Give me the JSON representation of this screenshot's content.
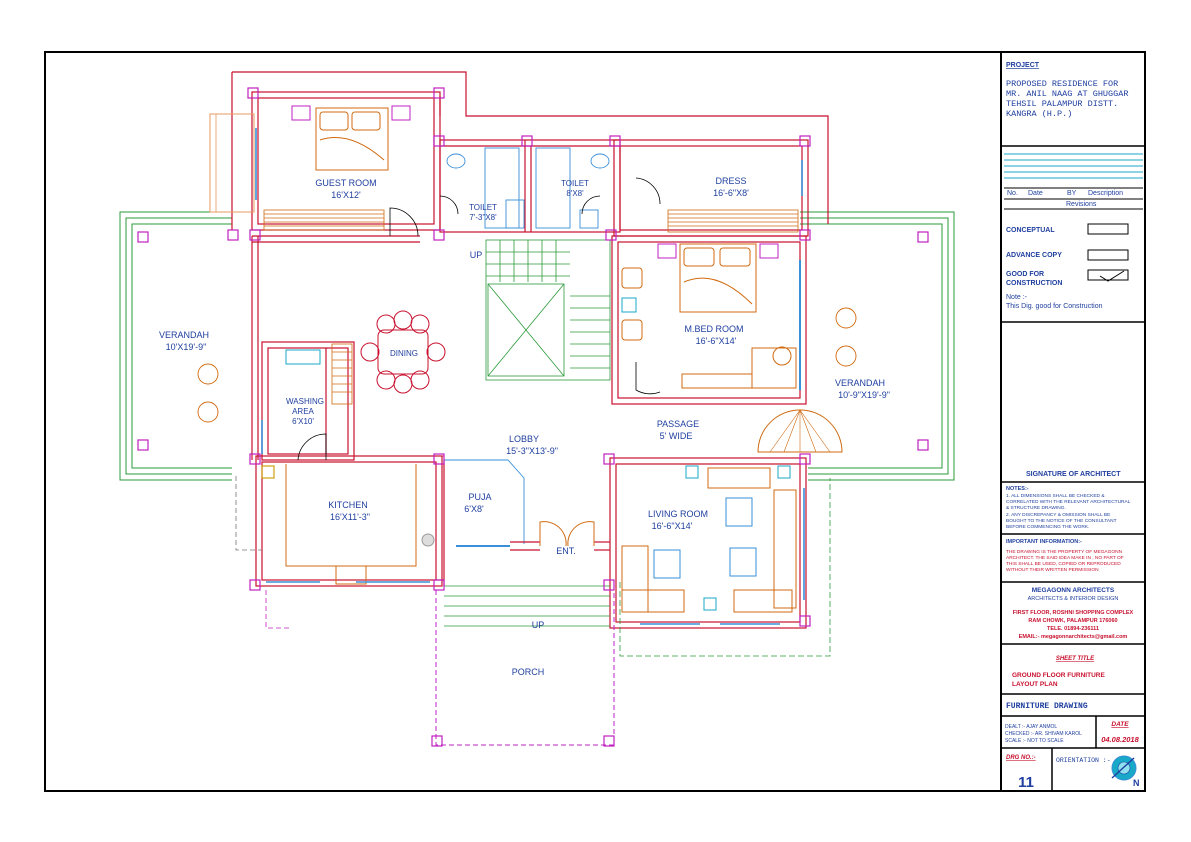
{
  "colors": {
    "frame": "#000000",
    "wall": "#c8102e",
    "text": "#1f3f9f",
    "glass": "#3a8fd8",
    "column": "#c020c0",
    "furniture": "#d06a10",
    "green": "#2a9a3a",
    "cyan": "#18a8c8"
  },
  "plan": {
    "rooms": {
      "guest": {
        "name": "GUEST ROOM",
        "size": "16'X12'"
      },
      "toilet1": {
        "name": "TOILET",
        "size": "7'-3\"X8'"
      },
      "toilet2": {
        "name": "TOILET",
        "size": "8'X8'"
      },
      "dress": {
        "name": "DRESS",
        "size": "16'-6\"X8'"
      },
      "verandah_left": {
        "name": "VERANDAH",
        "size": "10'X19'-9\""
      },
      "verandah_right": {
        "name": "VERANDAH",
        "size": "10'-9\"X19'-9\""
      },
      "dining": {
        "name": "DINING"
      },
      "mbed": {
        "name": "M.BED  ROOM",
        "size": "16'-6\"X14'"
      },
      "washing": {
        "name": "WASHING",
        "name2": "AREA",
        "size": "6'X10'"
      },
      "lobby": {
        "name": "LOBBY",
        "size": "15'-3\"X13'-9\""
      },
      "passage": {
        "name": "PASSAGE",
        "size": "5' WIDE"
      },
      "kitchen": {
        "name": "KITCHEN",
        "size": "16'X11'-3\""
      },
      "puja": {
        "name": "PUJA",
        "size": "6'X8'"
      },
      "living": {
        "name": "LIVING  ROOM",
        "size": "16'-6\"X14'"
      },
      "porch": {
        "name": "PORCH"
      }
    },
    "up_stair": "UP",
    "up_porch": "UP",
    "entrance": "ENT."
  },
  "title_block": {
    "project_heading": "PROJECT",
    "project_lines": [
      "PROPOSED RESIDENCE FOR",
      "MR. ANIL NAAG AT GHUGGAR",
      "TEHSIL PALAMPUR DISTT.",
      "KANGRA (H.P.)"
    ],
    "revisions": {
      "no": "No.",
      "date": "Date",
      "by": "BY",
      "description": "Description",
      "title": "Revisions"
    },
    "status": {
      "conceptual": "CONCEPTUAL",
      "advance": "ADVANCE COPY",
      "good1": "GOOD FOR",
      "good2": "CONSTRUCTION"
    },
    "note_label": "Note :-",
    "note_text": "This Dig. good for Construction",
    "signature": "SIGNATURE OF ARCHITECT",
    "notes_heading": "NOTES:-",
    "notes_lines": [
      "1. ALL DIMENSIONS SHALL BE CHECKED &",
      "CORRELATED WITH THE RELEVANT ARCHITECTURAL",
      "& STRUCTURE DRAWING.",
      "2. ANY DISCREPANCY & OMISSION SHALL BE",
      "BOUGHT TO THE NOTICE OF THE CONSULTANT",
      "BEFORE COMMENCING THE WORK."
    ],
    "important_heading": "IMPORTANT INFORMATION:-",
    "important_lines": [
      "THE DRAWING IS THE PROPERTY OF  MEGAGONN",
      "ARCHITECT. THE SAID IDEA MAKE IN  , NO PART OF",
      "THIS SHALL BE USED, COPIED OR REPRODUCED",
      "WITHOUT THEIR WRITTEN PERMISSION"
    ],
    "firm_name": "MEGAGONN ARCHITECTS",
    "firm_sub": "ARCHITECTS & INTERIOR DESIGN",
    "address_lines": [
      "FIRST FLOOR, ROSHNI SHOPPING COMPLEX",
      "RAM CHOWK, PALAMPUR 176060",
      "TELE. 01894-236111",
      "EMAIL:- megagonnarchitects@gmail.com"
    ],
    "sheet_title_label": "SHEET TITLE",
    "sheet_title_lines": [
      "GROUND FLOOR FURNITURE",
      "LAYOUT PLAN"
    ],
    "drawing_type": "FURNITURE  DRAWING",
    "dealt": "DEALT    :- AJAY ANMOL",
    "checked": "CHECKED :- AR. SHIVAM KAROL",
    "scale": "SCALE     :- NOT TO SCALE",
    "date_label": "DATE",
    "date_value": "04.08.2018",
    "drg_label": "DRG NO.:-",
    "drg_value": "11",
    "orientation": "ORIENTATION :-",
    "north": "N"
  }
}
